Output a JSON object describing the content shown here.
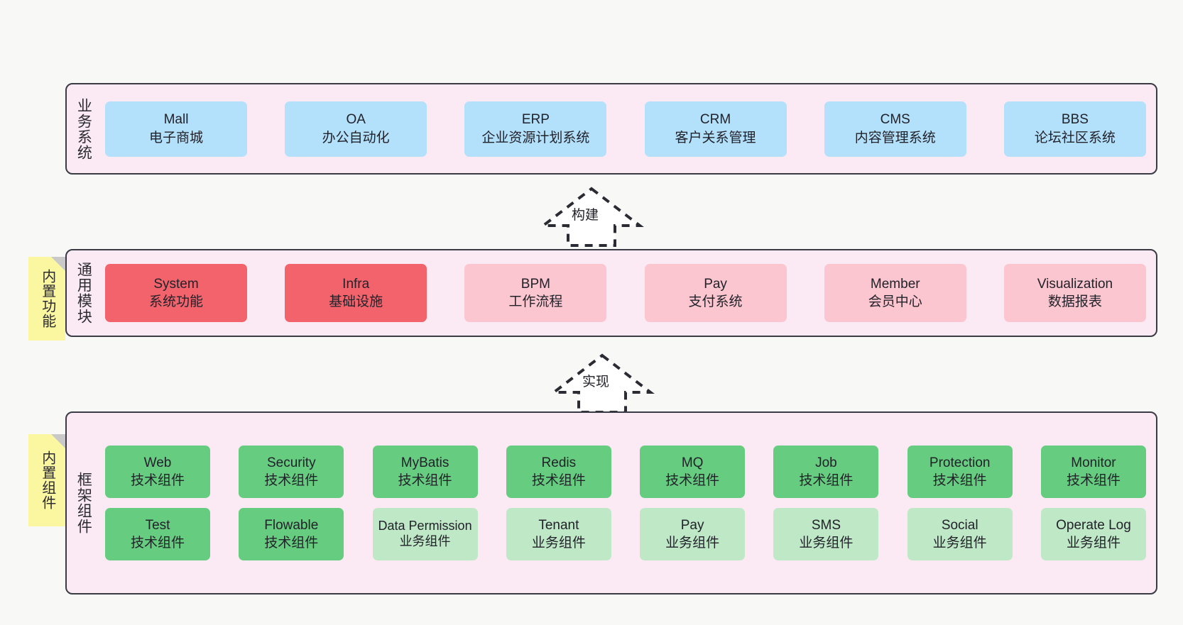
{
  "diagram": {
    "background": "#f8f8f7",
    "panel_fill": "#fbeaf4",
    "panel_border": "#3b3b46",
    "sticky_fill": "#fbf6a0"
  },
  "business_layer": {
    "title": "业务系统",
    "box_color": "#b3e0fb",
    "items": [
      {
        "en": "Mall",
        "cn": "电子商城"
      },
      {
        "en": "OA",
        "cn": "办公自动化"
      },
      {
        "en": "ERP",
        "cn": "企业资源计划系统"
      },
      {
        "en": "CRM",
        "cn": "客户关系管理"
      },
      {
        "en": "CMS",
        "cn": "内容管理系统"
      },
      {
        "en": "BBS",
        "cn": "论坛社区系统"
      }
    ]
  },
  "arrow_build": {
    "label": "构建"
  },
  "module_layer": {
    "title": "通用模块",
    "sticky": "内置功能",
    "color_primary": "#f2636c",
    "color_secondary": "#fbc6d0",
    "items": [
      {
        "en": "System",
        "cn": "系统功能",
        "color": "primary"
      },
      {
        "en": "Infra",
        "cn": "基础设施",
        "color": "primary"
      },
      {
        "en": "BPM",
        "cn": "工作流程",
        "color": "secondary"
      },
      {
        "en": "Pay",
        "cn": "支付系统",
        "color": "secondary"
      },
      {
        "en": "Member",
        "cn": "会员中心",
        "color": "secondary"
      },
      {
        "en": "Visualization",
        "cn": "数据报表",
        "color": "secondary"
      }
    ]
  },
  "arrow_implement": {
    "label": "实现"
  },
  "framework_layer": {
    "title": "框架组件",
    "sticky": "内置组件",
    "color_tech": "#66cc7f",
    "color_biz": "#bfe8c7",
    "row1": [
      {
        "en": "Web",
        "cn": "技术组件",
        "color": "tech"
      },
      {
        "en": "Security",
        "cn": "技术组件",
        "color": "tech"
      },
      {
        "en": "MyBatis",
        "cn": "技术组件",
        "color": "tech"
      },
      {
        "en": "Redis",
        "cn": "技术组件",
        "color": "tech"
      },
      {
        "en": "MQ",
        "cn": "技术组件",
        "color": "tech"
      },
      {
        "en": "Job",
        "cn": "技术组件",
        "color": "tech"
      },
      {
        "en": "Protection",
        "cn": "技术组件",
        "color": "tech"
      },
      {
        "en": "Monitor",
        "cn": "技术组件",
        "color": "tech"
      }
    ],
    "row2": [
      {
        "en": "Test",
        "cn": "技术组件",
        "color": "tech"
      },
      {
        "en": "Flowable",
        "cn": "技术组件",
        "color": "tech"
      },
      {
        "en": "Data Permission",
        "cn": "业务组件",
        "color": "biz"
      },
      {
        "en": "Tenant",
        "cn": "业务组件",
        "color": "biz"
      },
      {
        "en": "Pay",
        "cn": "业务组件",
        "color": "biz"
      },
      {
        "en": "SMS",
        "cn": "业务组件",
        "color": "biz"
      },
      {
        "en": "Social",
        "cn": "业务组件",
        "color": "biz"
      },
      {
        "en": "Operate Log",
        "cn": "业务组件",
        "color": "biz"
      }
    ]
  }
}
